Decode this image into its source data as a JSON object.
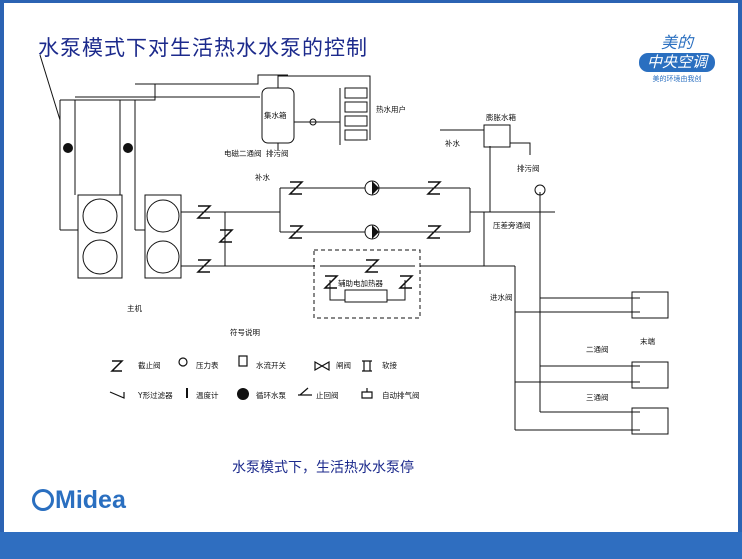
{
  "title": "水泵模式下对生活热水水泵的控制",
  "caption": "水泵模式下，生活热水水泵停",
  "logo": {
    "line1": "美的",
    "line2": "中央空调",
    "line3": "美的环境由我创"
  },
  "brand": "Midea",
  "labels": {
    "tank": "集水箱",
    "hot_water_user": "热水用户",
    "expansion_tank": "膨胀水箱",
    "makeup_water": "补水",
    "drain_valve": "排污阀",
    "drain_valve2": "排污阀",
    "electromagnetic_valve": "电磁二通阀",
    "makeup_water2": "补水",
    "bypass_valve": "压差旁通阀",
    "inlet_valve": "进水阀",
    "aux_heater": "辅助电加热器",
    "main_unit": "主机",
    "terminal": "末端",
    "two_way_valve": "二通阀",
    "three_way_valve": "三通阀",
    "legend_title": "符号说明"
  },
  "legend": [
    {
      "icon": "globe-valve-icon",
      "label": "截止阀"
    },
    {
      "icon": "pressure-gauge-icon",
      "label": "压力表"
    },
    {
      "icon": "flow-switch-icon",
      "label": "水流开关"
    },
    {
      "icon": "gate-valve-icon",
      "label": "闸阀"
    },
    {
      "icon": "soft-joint-icon",
      "label": "软接"
    },
    {
      "icon": "y-strainer-icon",
      "label": "Y形过滤器"
    },
    {
      "icon": "thermometer-icon",
      "label": "温度计"
    },
    {
      "icon": "circulation-pump-icon",
      "label": "循环水泵"
    },
    {
      "icon": "check-valve-icon",
      "label": "止回阀"
    },
    {
      "icon": "auto-air-vent-icon",
      "label": "自动排气阀"
    }
  ]
}
